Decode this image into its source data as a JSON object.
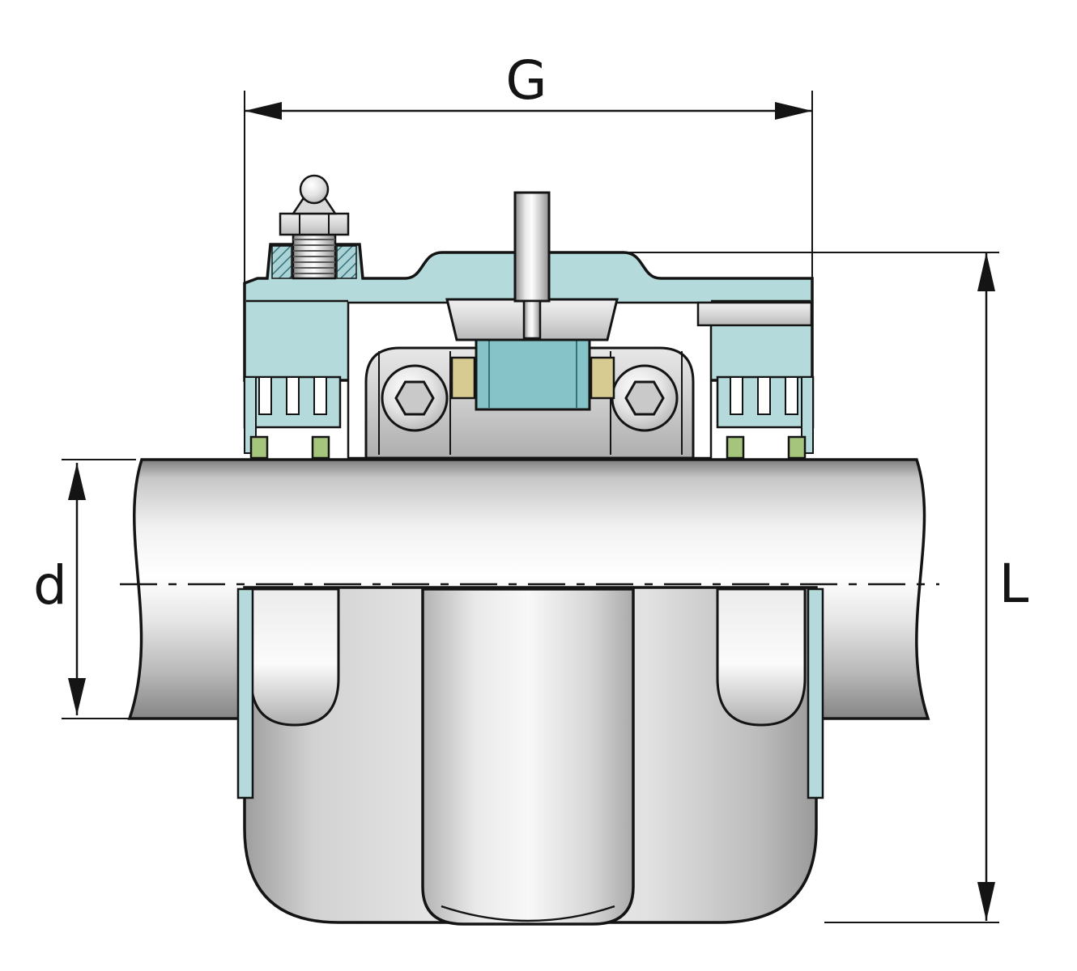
{
  "drawing": {
    "dimensions": {
      "g": "G",
      "d": "d",
      "l": "L"
    }
  },
  "colors": {
    "outline": "#141414",
    "teal_light": "#b5dadb",
    "teal_mid": "#86c3c9",
    "teal_dark": "#38717a",
    "seal_green": "#a6c57c",
    "bush_khaki": "#d8cb92",
    "metal_light": "#f2f2f2",
    "metal_dark": "#8d8d8d"
  }
}
